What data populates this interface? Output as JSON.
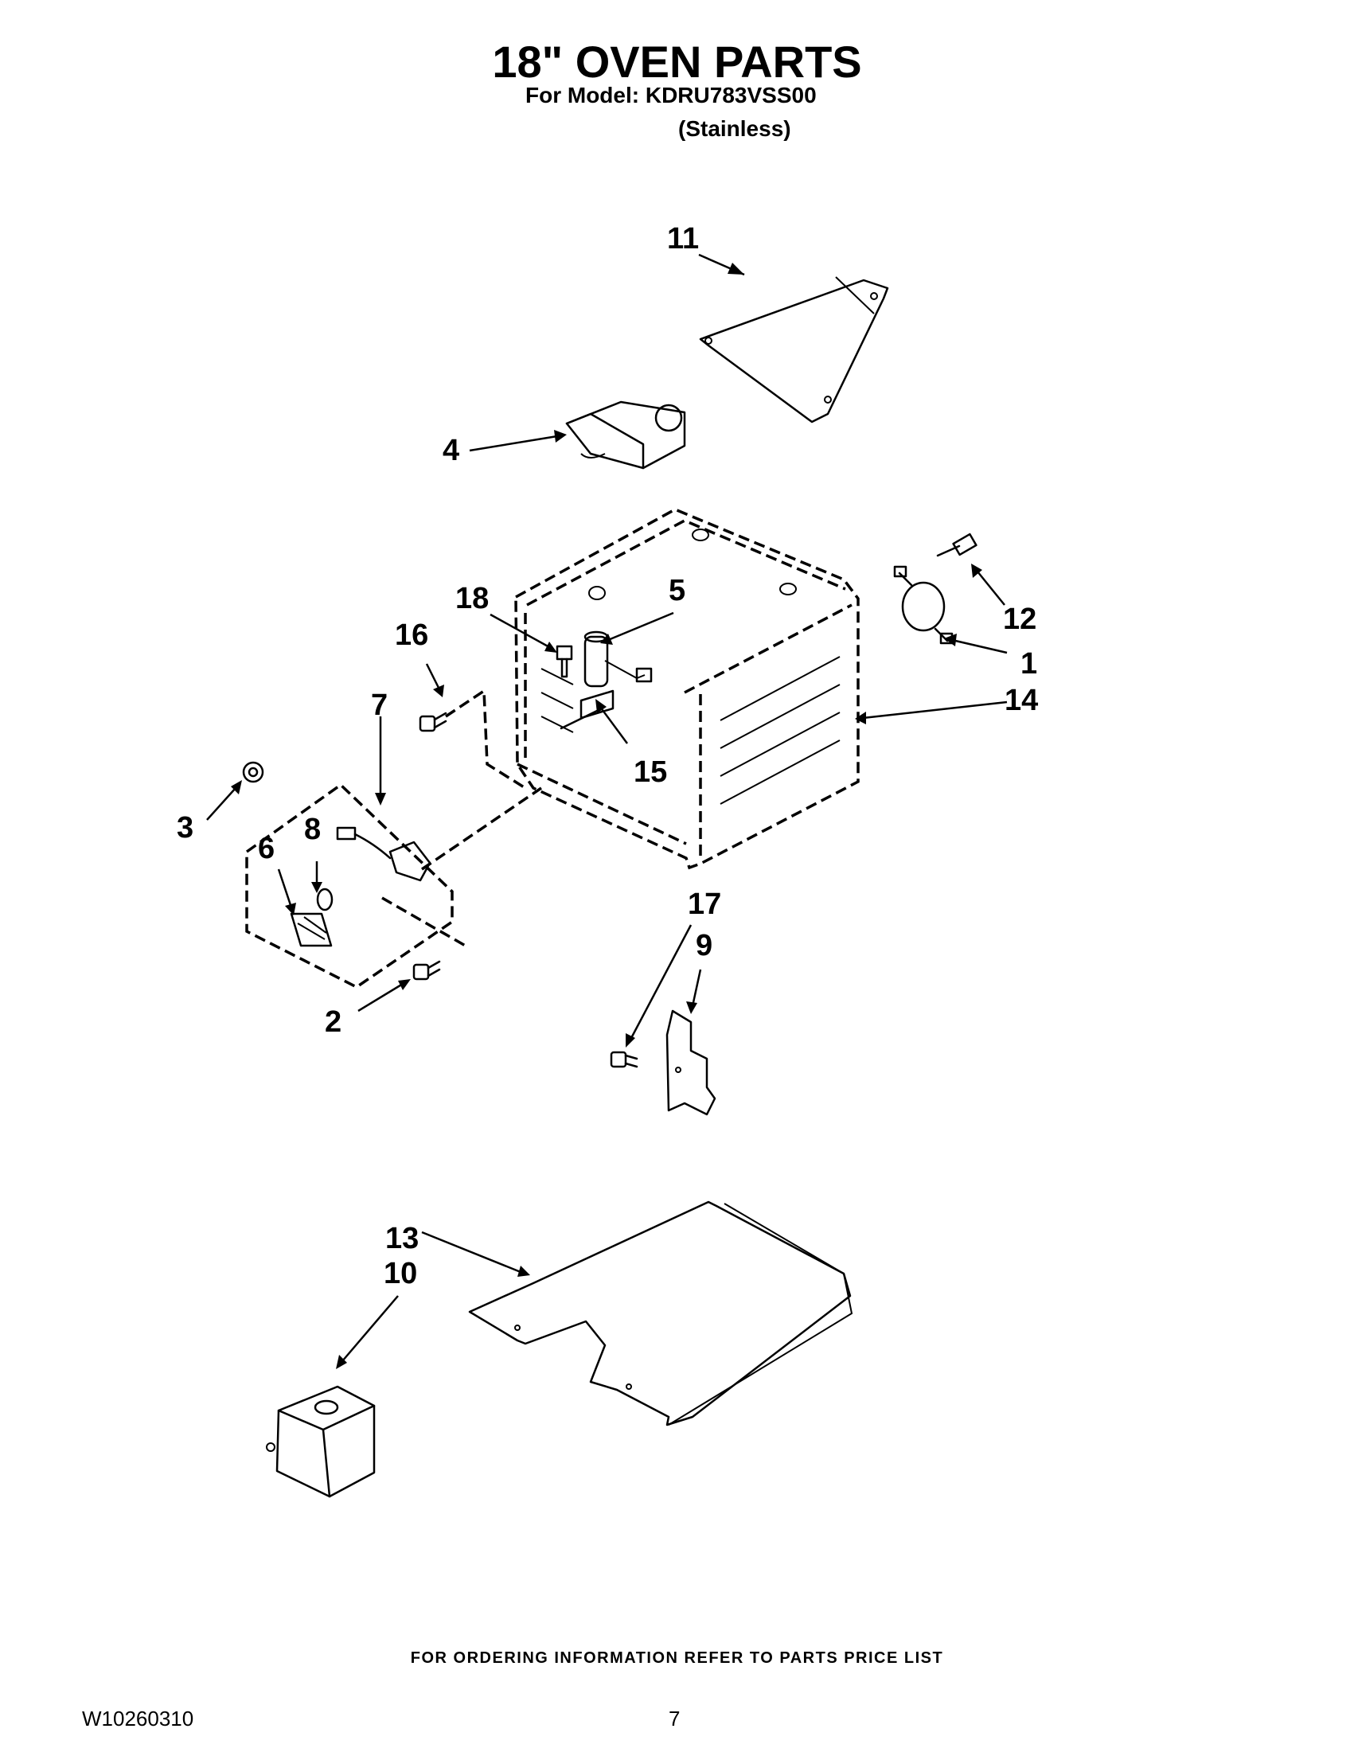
{
  "header": {
    "title": "18\" OVEN PARTS",
    "model_line": "For Model: KDRU783VSS00",
    "variant": "(Stainless)"
  },
  "callouts": [
    "1",
    "2",
    "3",
    "4",
    "5",
    "6",
    "7",
    "8",
    "9",
    "10",
    "11",
    "12",
    "13",
    "14",
    "15",
    "16",
    "17",
    "18"
  ],
  "footer": {
    "ordering_note": "FOR ORDERING INFORMATION REFER TO PARTS PRICE LIST",
    "doc_number": "W10260310",
    "page_number": "7"
  }
}
